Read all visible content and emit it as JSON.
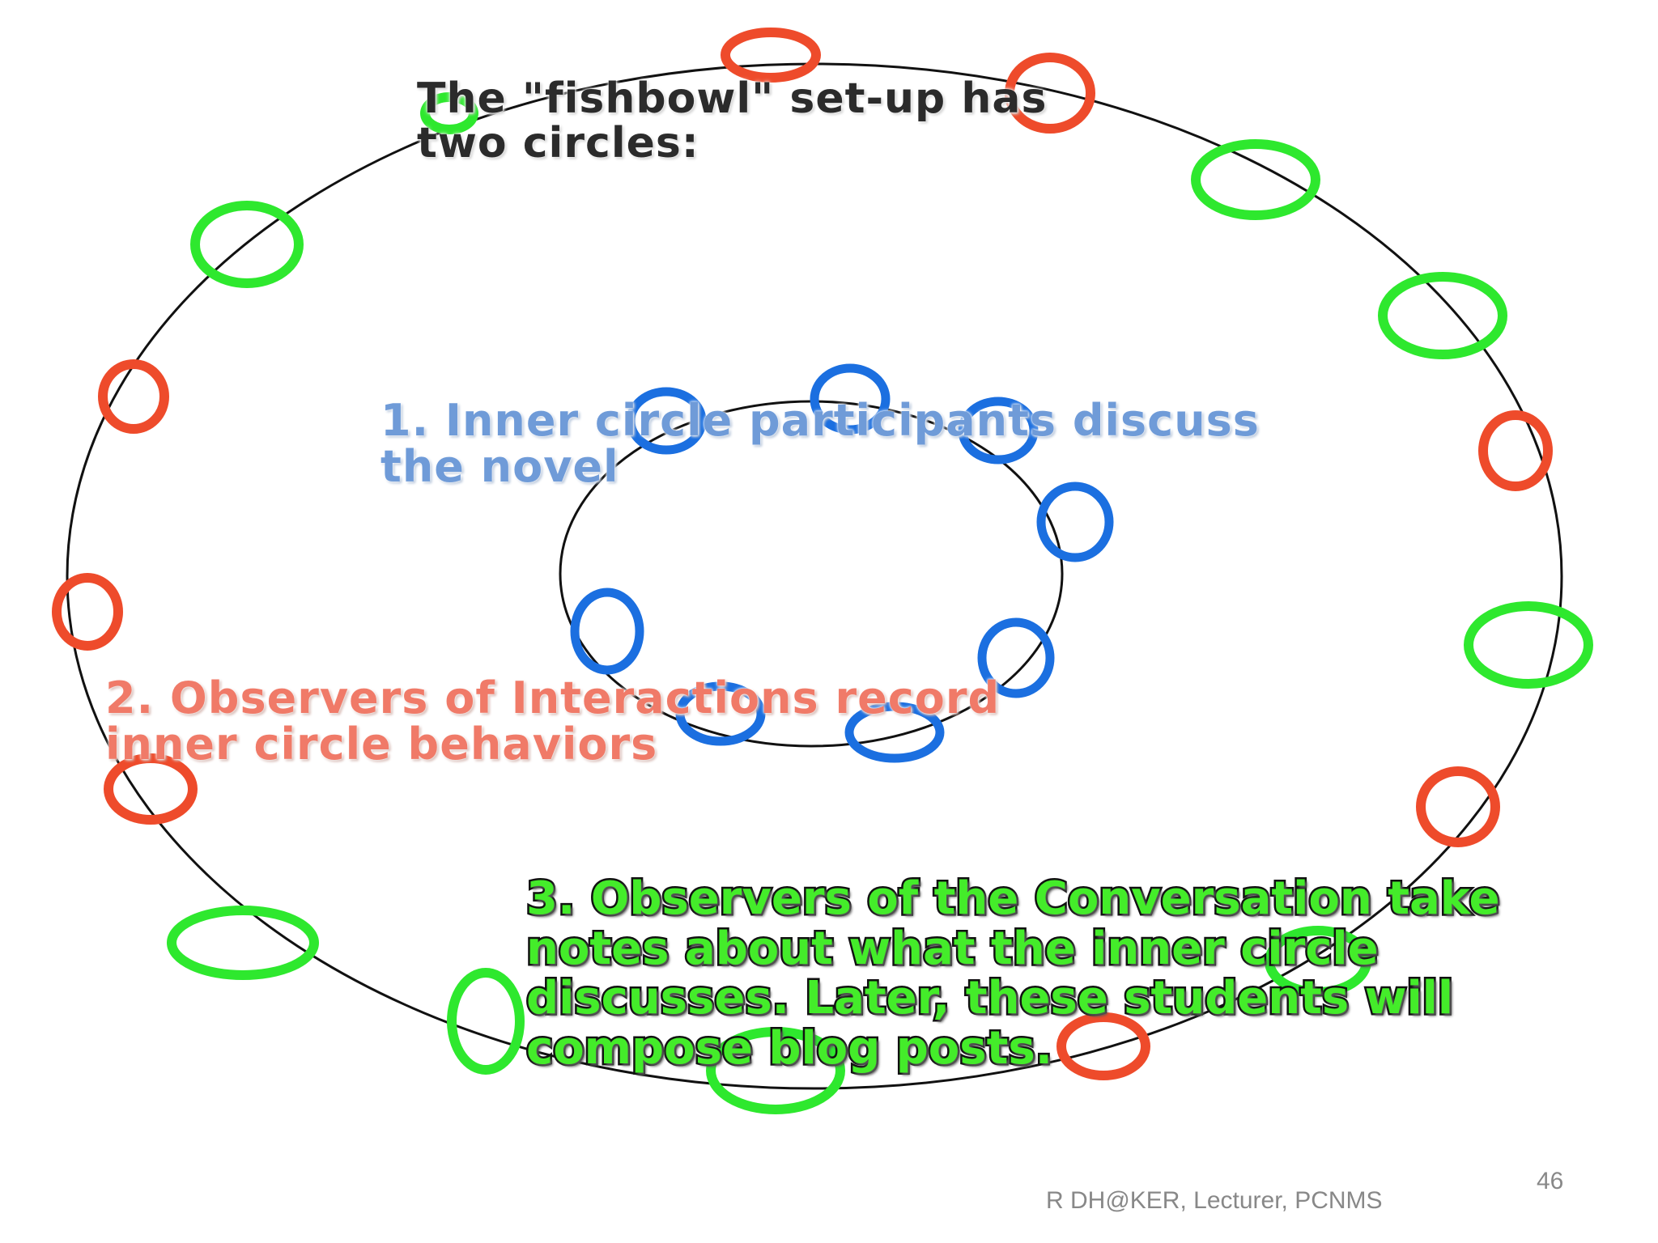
{
  "colors": {
    "outer_ring": "#111111",
    "inner_ring": "#111111",
    "inner_seats": "#1b6fe0",
    "interaction_observer_seats": "#ee4b2b",
    "conversation_observer_seats": "#2ee82e",
    "title_text": "#2b2b2b",
    "inner_text": "#6f9bd8",
    "interaction_text": "#f07a68",
    "conversation_text": "#44ec2a"
  },
  "labels": {
    "title": "The \"fishbowl\" set-up has two circles:",
    "inner_circle": "1. Inner circle participants discuss the novel",
    "observers_interactions": "2. Observers of  Interactions record inner circle behaviors",
    "observers_conversation": "3. Observers of the Conversation take notes about what the inner circle discusses.  Later, these students will compose  blog posts."
  },
  "footer": {
    "credit": "R DH@KER, Lecturer, PCNMS",
    "slide_number": "46"
  }
}
